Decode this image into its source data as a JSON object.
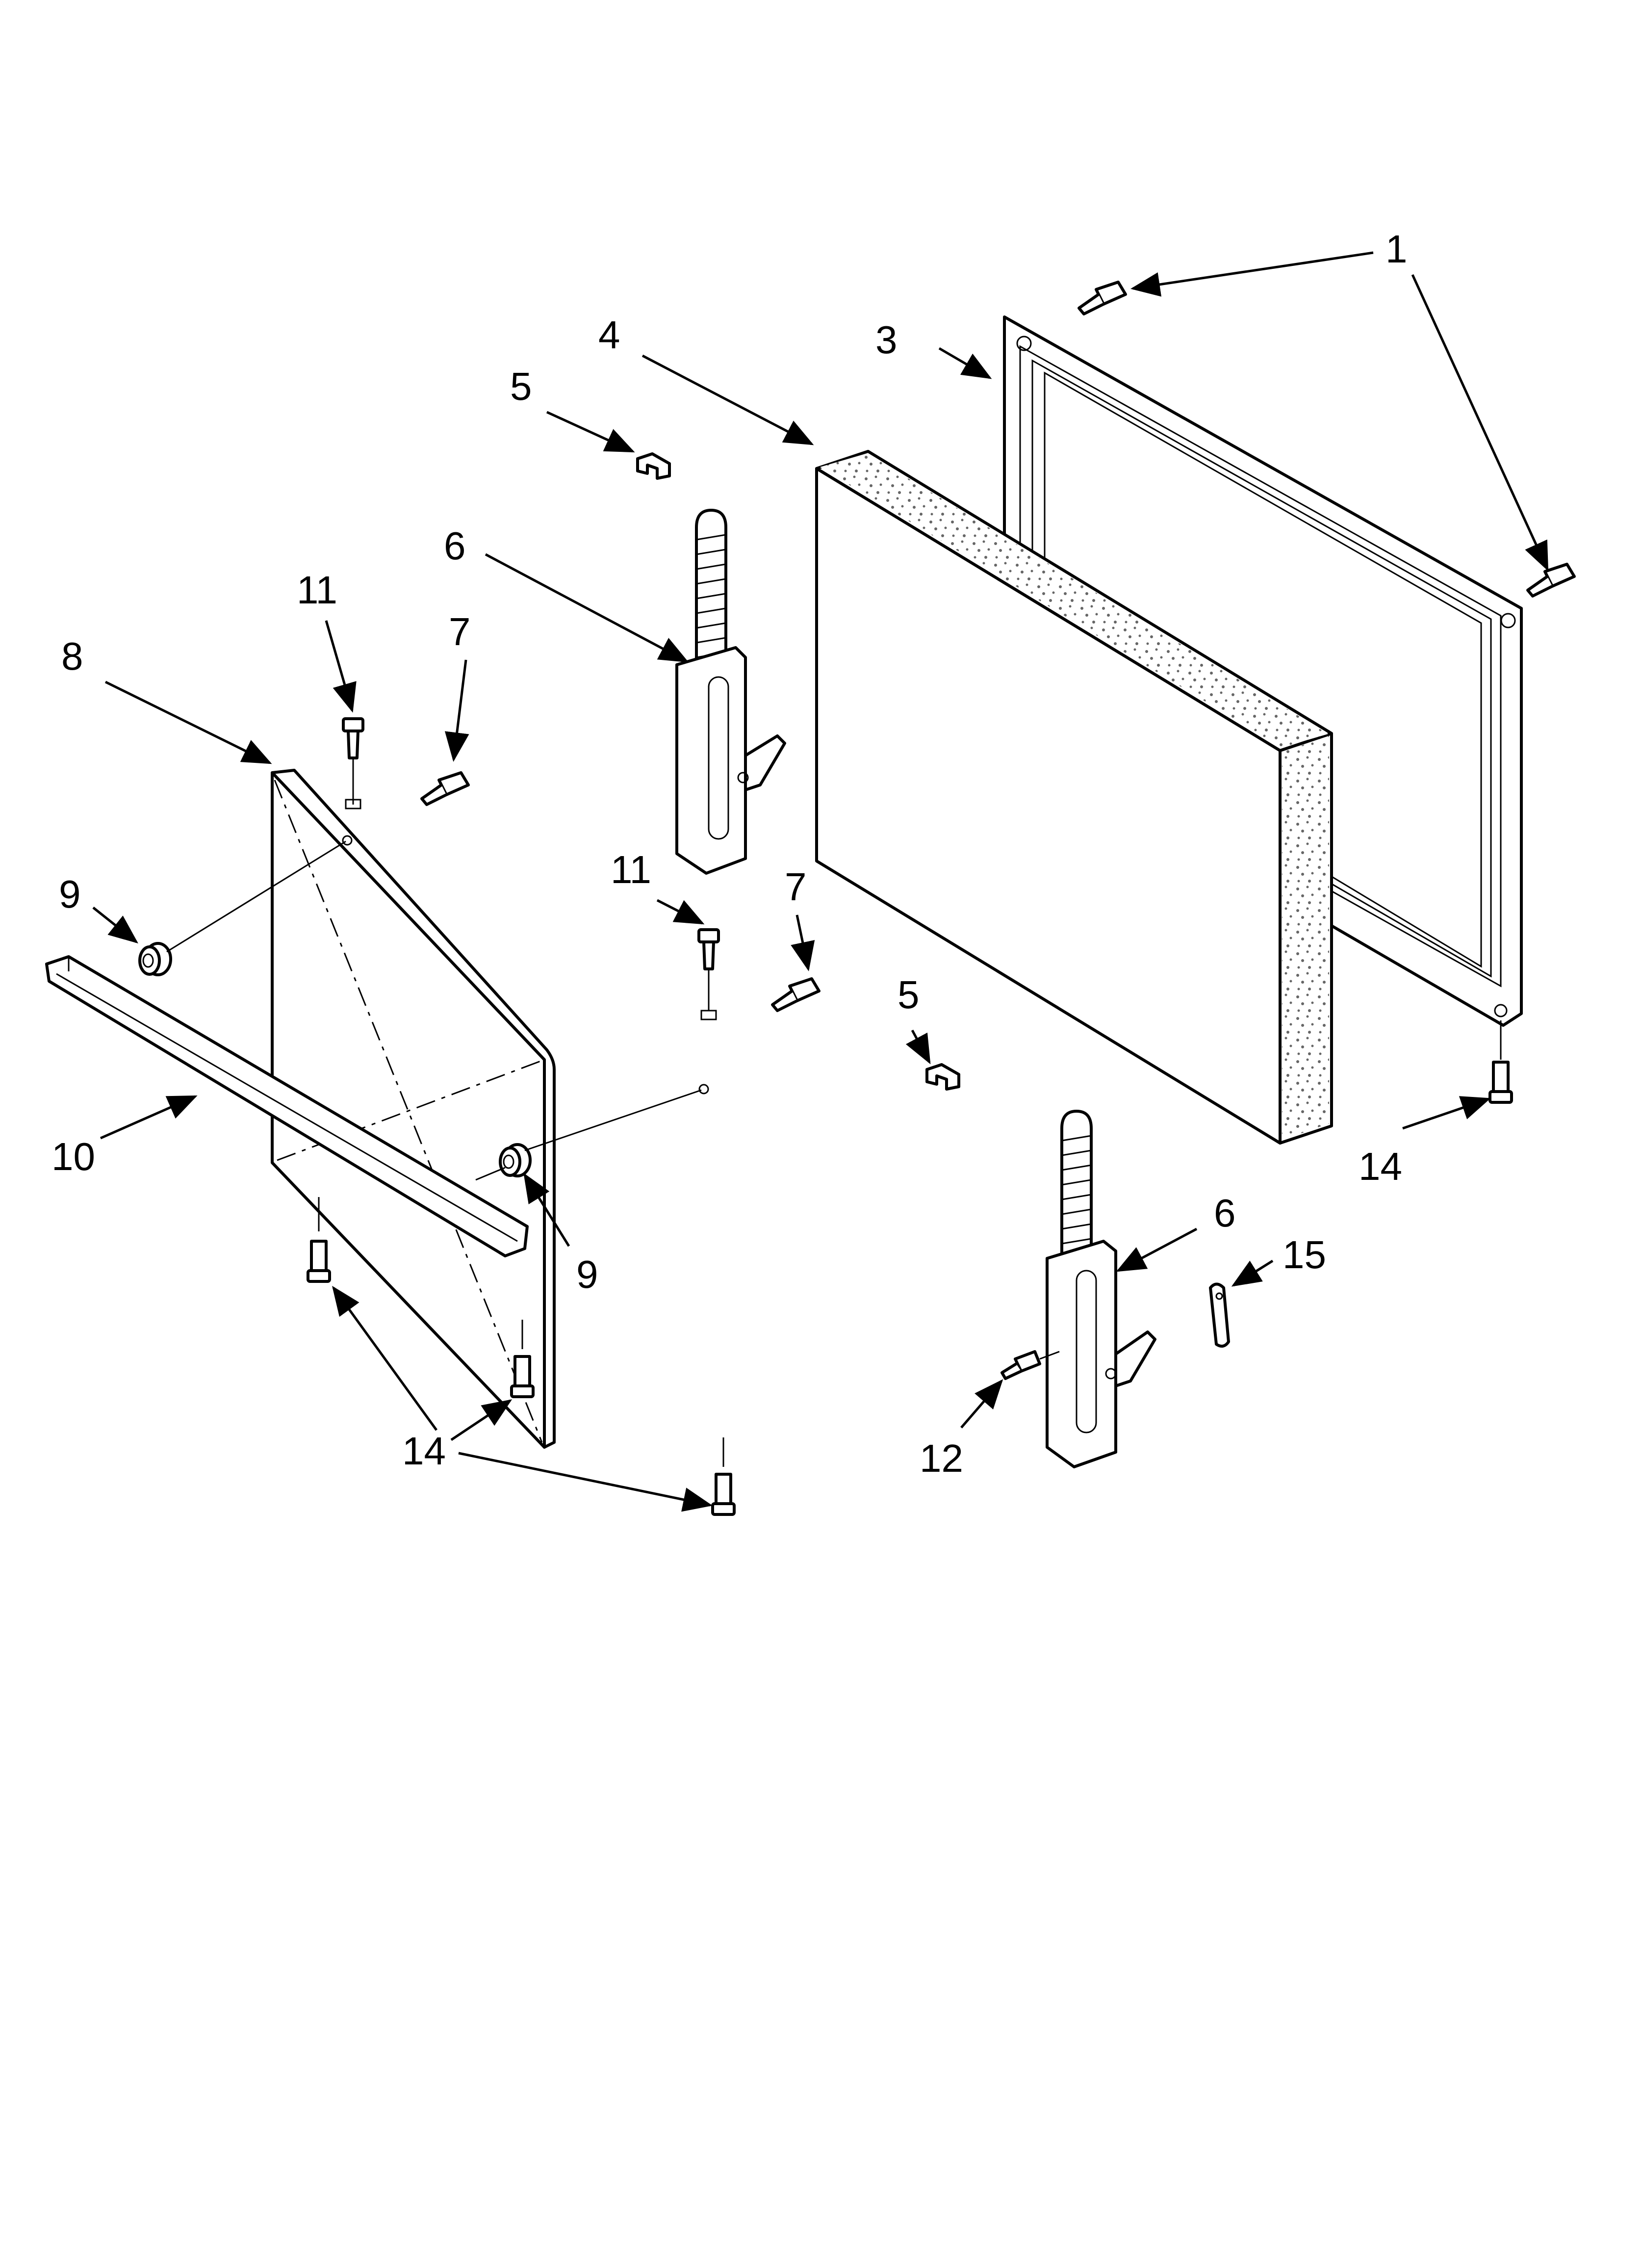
{
  "callouts": {
    "c1": "1",
    "c3": "3",
    "c4": "4",
    "c5a": "5",
    "c5b": "5",
    "c6a": "6",
    "c6b": "6",
    "c7a": "7",
    "c7b": "7",
    "c8": "8",
    "c9a": "9",
    "c9b": "9",
    "c10": "10",
    "c11a": "11",
    "c11b": "11",
    "c12": "12",
    "c14a": "14",
    "c14b": "14",
    "c15": "15"
  },
  "colors": {
    "ink": "#000000",
    "paper": "#ffffff",
    "foam_dots": "#6a6a6a"
  }
}
